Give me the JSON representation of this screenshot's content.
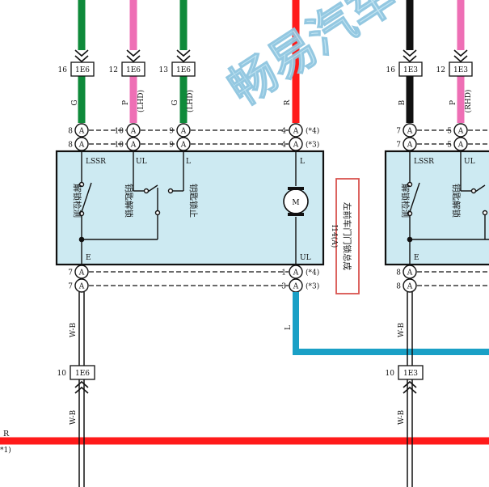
{
  "colors": {
    "green": "#0f8a3a",
    "pink": "#ee6fb5",
    "red": "#ff1a1a",
    "black": "#111111",
    "cyan": "#1aa0c6",
    "box_fill": "#cdeaf2",
    "annotation_box": "#d9534f",
    "watermark": "#bfe3f2"
  },
  "watermark": "畅易汽车",
  "top_connectors": [
    {
      "pin": "16",
      "connector": "1E6",
      "wire_color": "G",
      "qualifier": ""
    },
    {
      "pin": "12",
      "connector": "1E6",
      "wire_color": "P",
      "qualifier": "(LHD)"
    },
    {
      "pin": "13",
      "connector": "1E6",
      "wire_color": "G",
      "qualifier": "(LHD)"
    },
    {
      "pin": "16",
      "connector": "1E3",
      "wire_color": "B",
      "qualifier": ""
    },
    {
      "pin": "12",
      "connector": "1E3",
      "wire_color": "P",
      "qualifier": "(RHD)"
    }
  ],
  "left_unit": {
    "wire_red_label": "R",
    "top_pins": [
      {
        "row1": "8",
        "row2": "8"
      },
      {
        "row1": "10",
        "row2": "10"
      },
      {
        "row1": "9",
        "row2": "9"
      },
      {
        "row1": "4",
        "row2": "4"
      }
    ],
    "pin_connector": "A",
    "variant_4": "(*4)",
    "variant_3": "(*3)",
    "terminals_top": {
      "lssr": "LSSR",
      "ul": "UL",
      "l": "L",
      "l_right": "L"
    },
    "terminals_bottom": {
      "e": "E",
      "ul": "UL"
    },
    "switch_unlock_detect": "解锁检测",
    "switch_key_unlock": "钥匙解锁",
    "switch_key_lock": "钥匙锁止",
    "motor": "M",
    "bottom_pins": [
      {
        "row1": "7",
        "row2": "7"
      },
      {
        "row1": "1",
        "row2": "3"
      }
    ],
    "wire_below": "W-B",
    "wire_motor_out": "L",
    "lower_connector": {
      "pin": "10",
      "connector": "1E6"
    }
  },
  "annotation": {
    "code": "I14(A)",
    "name": "左前车门门锁总成"
  },
  "right_unit": {
    "top_pins": [
      {
        "row1": "7",
        "row2": "7"
      },
      {
        "row1": "5",
        "row2": "5"
      }
    ],
    "terminals_top": {
      "lssr": "LSSR",
      "ul": "UL"
    },
    "terminals_bottom": {
      "e": "E"
    },
    "switch_unlock_detect": "解锁检测",
    "switch_key_unlock": "钥匙解锁",
    "bottom_pins": [
      {
        "row1": "8",
        "row2": "8"
      }
    ],
    "wire_below": "W-B",
    "lower_connector": {
      "pin": "10",
      "connector": "1E3"
    }
  },
  "bottom_bus": {
    "label": "R",
    "note": "*1)"
  }
}
